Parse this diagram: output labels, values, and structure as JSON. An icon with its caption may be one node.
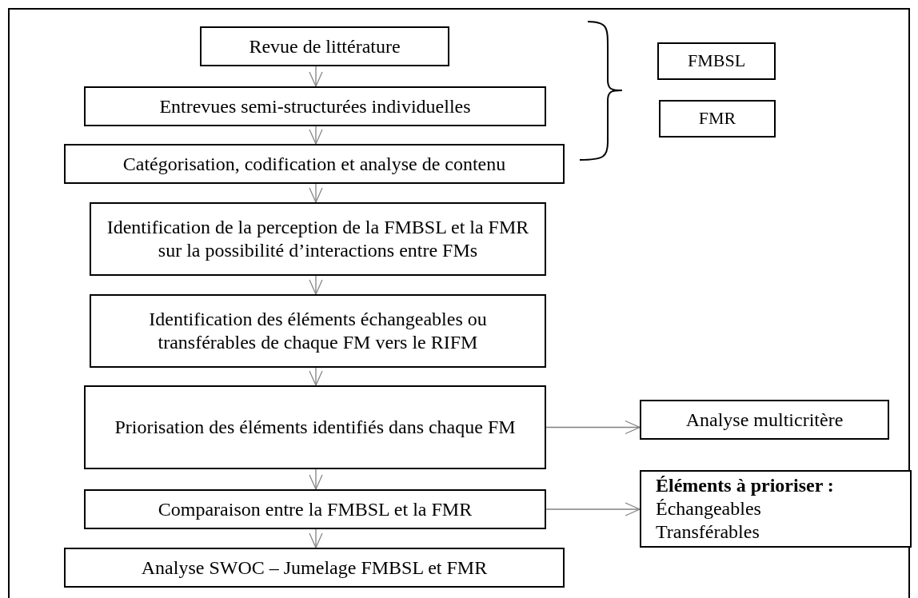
{
  "diagram": {
    "nodes": [
      {
        "text": [
          "Revue de littérature"
        ]
      },
      {
        "text": [
          "Entrevues semi-structurées individuelles"
        ]
      },
      {
        "text": [
          "Catégorisation, codification et analyse de contenu"
        ]
      },
      {
        "text": [
          "Identification de la perception de la FMBSL et la FMR sur la possibilité d’interactions entre FMs"
        ]
      },
      {
        "text": [
          "Identification des éléments échangeables ou transférables de chaque FM vers le RIFM"
        ]
      },
      {
        "text": [
          "Priorisation des éléments identifiés dans chaque FM"
        ]
      },
      {
        "text": [
          "Comparaison entre la FMBSL et la FMR"
        ]
      },
      {
        "text": [
          "Analyse SWOC – Jumelage FMBSL et FMR"
        ]
      },
      {
        "text": [
          "FMBSL"
        ]
      },
      {
        "text": [
          "FMR"
        ]
      },
      {
        "text": [
          "Analyse multicritère"
        ]
      },
      {
        "text": [
          "Éléments à prioriser :",
          "Échangeables",
          "Transférables"
        ]
      }
    ],
    "edges": [
      {
        "from": 0,
        "to": 1,
        "arrow": "to"
      },
      {
        "from": 1,
        "to": 2,
        "arrow": "to"
      },
      {
        "from": 2,
        "to": 3,
        "arrow": "to"
      },
      {
        "from": 3,
        "to": 4,
        "arrow": "to"
      },
      {
        "from": 4,
        "to": 5,
        "arrow": "to"
      },
      {
        "from": 5,
        "to": 6,
        "arrow": "to"
      },
      {
        "from": 6,
        "to": 7,
        "arrow": "to"
      },
      {
        "from": 5,
        "to": 10,
        "arrow": "to"
      },
      {
        "from": 6,
        "to": 11,
        "arrow": "to"
      }
    ]
  }
}
